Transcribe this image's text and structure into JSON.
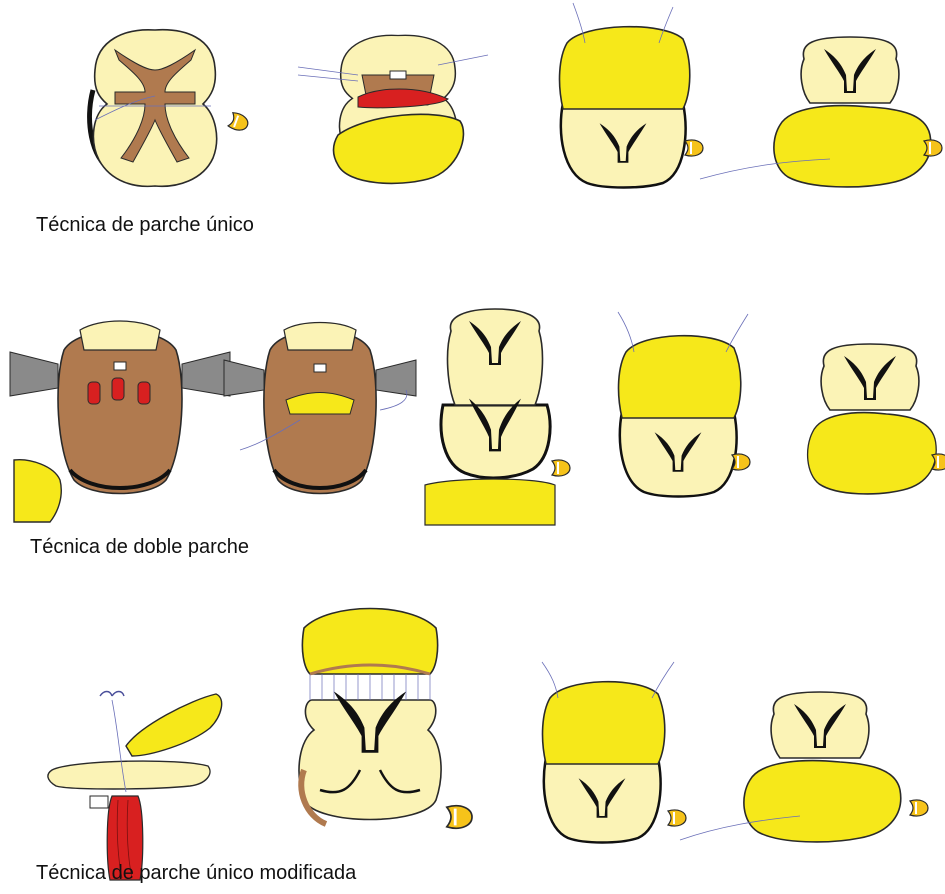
{
  "figure": {
    "rows": [
      {
        "caption": "Técnica de parche único",
        "panel_count": 4
      },
      {
        "caption": "Técnica de doble parche",
        "panel_count": 5
      },
      {
        "caption": "Técnica de parche único modificada",
        "panel_count": 4
      }
    ]
  },
  "colors": {
    "cream": "#fbf3b6",
    "brown": "#b07a4f",
    "dark_brown": "#7a4a2c",
    "yellow": "#f6e81a",
    "red": "#d82020",
    "grey": "#8a8a8a",
    "black": "#111111",
    "thread": "#6a6fb8"
  }
}
